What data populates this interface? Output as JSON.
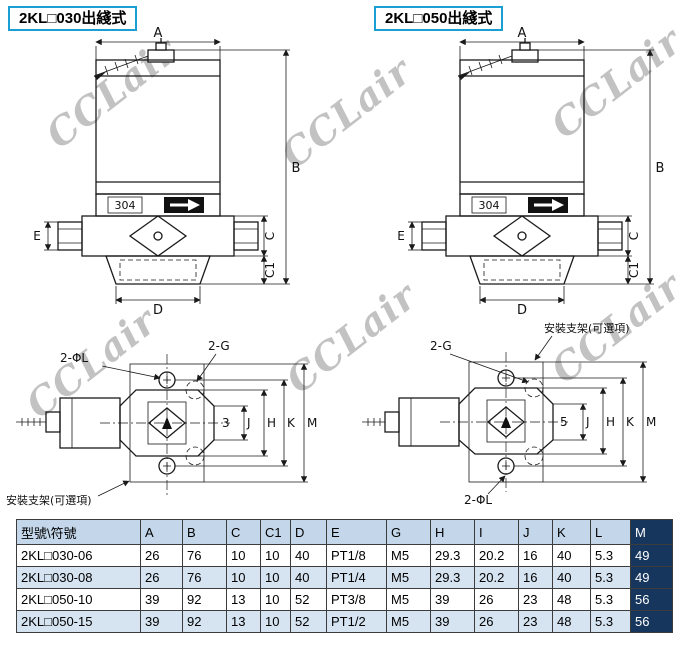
{
  "page": {
    "watermark_text": "CCLair"
  },
  "sections": {
    "left": {
      "title": "2KL□030出綫式"
    },
    "right": {
      "title": "2KL□050出綫式"
    }
  },
  "drawing": {
    "dims": {
      "A": "A",
      "B": "B",
      "C": "C",
      "C1": "C1",
      "D": "D",
      "E": "E",
      "H": "H",
      "J": "J",
      "K": "K",
      "M": "M",
      "G": "2-G",
      "PHI_L": "2-ΦL"
    },
    "steel_badge": "304",
    "port_mark_030": "3",
    "port_mark_050": "5",
    "bracket_note": "安裝支架(可選項)"
  },
  "table": {
    "headers": [
      "型號\\符號",
      "A",
      "B",
      "C",
      "C1",
      "D",
      "E",
      "G",
      "H",
      "I",
      "J",
      "K",
      "L",
      "M"
    ],
    "rows": [
      [
        "2KL□030-06",
        "26",
        "76",
        "10",
        "10",
        "40",
        "PT1/8",
        "M5",
        "29.3",
        "20.2",
        "16",
        "40",
        "5.3",
        "49"
      ],
      [
        "2KL□030-08",
        "26",
        "76",
        "10",
        "10",
        "40",
        "PT1/4",
        "M5",
        "29.3",
        "20.2",
        "16",
        "40",
        "5.3",
        "49"
      ],
      [
        "2KL□050-10",
        "39",
        "92",
        "13",
        "10",
        "52",
        "PT3/8",
        "M5",
        "39",
        "26",
        "23",
        "48",
        "5.3",
        "56"
      ],
      [
        "2KL□050-15",
        "39",
        "92",
        "13",
        "10",
        "52",
        "PT1/2",
        "M5",
        "39",
        "26",
        "23",
        "48",
        "5.3",
        "56"
      ]
    ],
    "highlight_column": "M",
    "colors": {
      "header_bg": "#c4d7ea",
      "row_alt_bg": "#d6e4f2",
      "highlight_bg": "#17365d",
      "highlight_fg": "#ffffff",
      "accent_border": "#1a9fd4"
    }
  }
}
